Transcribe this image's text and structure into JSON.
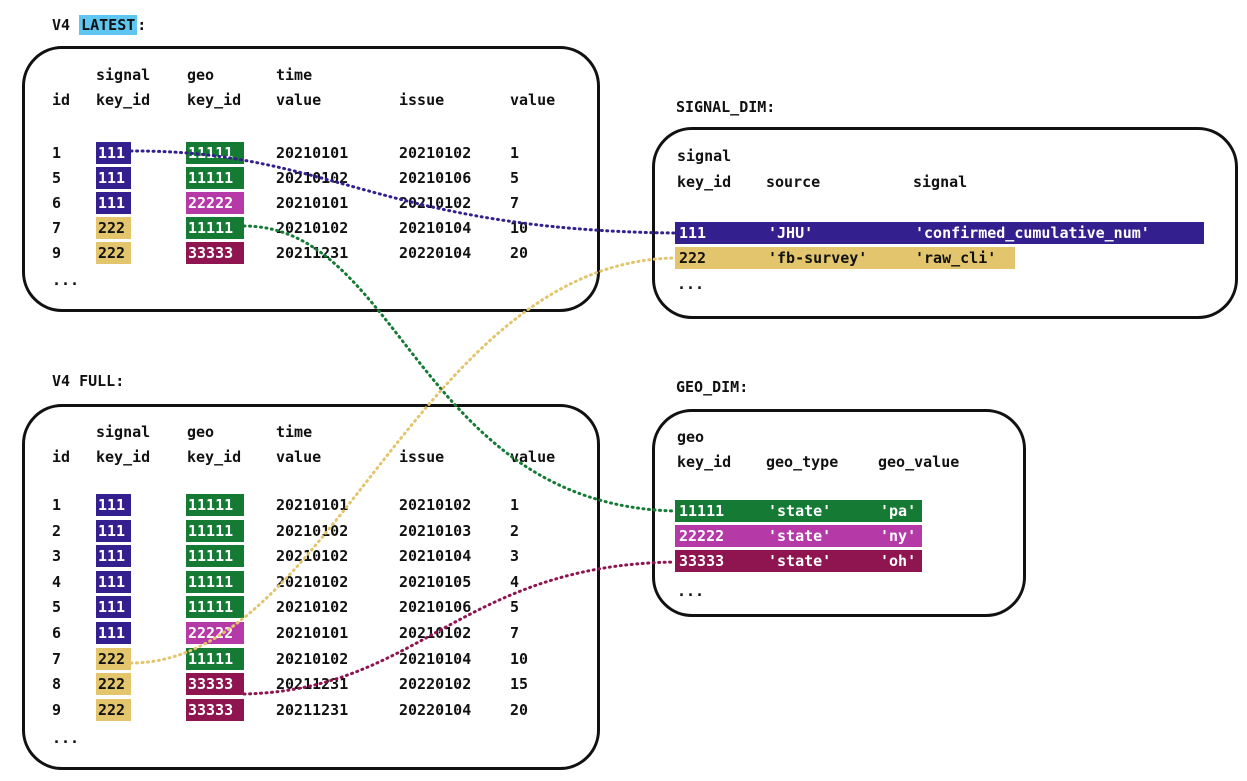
{
  "colors": {
    "purple": "#33208e",
    "green": "#147a34",
    "magenta": "#b53aa8",
    "crimson": "#8e1550",
    "khaki": "#e2c56c",
    "latest_highlight": "#5ec6f0"
  },
  "labels": {
    "v4_prefix": "V4",
    "latest_word": "LATEST",
    "latest_colon": ":",
    "full": "V4 FULL:",
    "signal_dim": "SIGNAL_DIM:",
    "geo_dim": "GEO_DIM:",
    "ellipsis": "..."
  },
  "fact_headers": {
    "id": "id",
    "signal_top": "signal",
    "signal_bottom": "key_id",
    "geo_top": "geo",
    "geo_bottom": "key_id",
    "time_top": "time",
    "time_bottom": "value",
    "issue": "issue",
    "value": "value"
  },
  "latest": {
    "rows": [
      {
        "id": "1",
        "signal_key_id": "111",
        "signal_color": "purple",
        "geo_key_id": "11111",
        "geo_color": "green",
        "time_value": "20210101",
        "issue": "20210102",
        "value": "1"
      },
      {
        "id": "5",
        "signal_key_id": "111",
        "signal_color": "purple",
        "geo_key_id": "11111",
        "geo_color": "green",
        "time_value": "20210102",
        "issue": "20210106",
        "value": "5"
      },
      {
        "id": "6",
        "signal_key_id": "111",
        "signal_color": "purple",
        "geo_key_id": "22222",
        "geo_color": "magenta",
        "time_value": "20210101",
        "issue": "20210102",
        "value": "7"
      },
      {
        "id": "7",
        "signal_key_id": "222",
        "signal_color": "khaki",
        "geo_key_id": "11111",
        "geo_color": "green",
        "time_value": "20210102",
        "issue": "20210104",
        "value": "10"
      },
      {
        "id": "9",
        "signal_key_id": "222",
        "signal_color": "khaki",
        "geo_key_id": "33333",
        "geo_color": "crimson",
        "time_value": "20211231",
        "issue": "20220104",
        "value": "20"
      }
    ]
  },
  "full": {
    "rows": [
      {
        "id": "1",
        "signal_key_id": "111",
        "signal_color": "purple",
        "geo_key_id": "11111",
        "geo_color": "green",
        "time_value": "20210101",
        "issue": "20210102",
        "value": "1"
      },
      {
        "id": "2",
        "signal_key_id": "111",
        "signal_color": "purple",
        "geo_key_id": "11111",
        "geo_color": "green",
        "time_value": "20210102",
        "issue": "20210103",
        "value": "2"
      },
      {
        "id": "3",
        "signal_key_id": "111",
        "signal_color": "purple",
        "geo_key_id": "11111",
        "geo_color": "green",
        "time_value": "20210102",
        "issue": "20210104",
        "value": "3"
      },
      {
        "id": "4",
        "signal_key_id": "111",
        "signal_color": "purple",
        "geo_key_id": "11111",
        "geo_color": "green",
        "time_value": "20210102",
        "issue": "20210105",
        "value": "4"
      },
      {
        "id": "5",
        "signal_key_id": "111",
        "signal_color": "purple",
        "geo_key_id": "11111",
        "geo_color": "green",
        "time_value": "20210102",
        "issue": "20210106",
        "value": "5"
      },
      {
        "id": "6",
        "signal_key_id": "111",
        "signal_color": "purple",
        "geo_key_id": "22222",
        "geo_color": "magenta",
        "time_value": "20210101",
        "issue": "20210102",
        "value": "7"
      },
      {
        "id": "7",
        "signal_key_id": "222",
        "signal_color": "khaki",
        "geo_key_id": "11111",
        "geo_color": "green",
        "time_value": "20210102",
        "issue": "20210104",
        "value": "10"
      },
      {
        "id": "8",
        "signal_key_id": "222",
        "signal_color": "khaki",
        "geo_key_id": "33333",
        "geo_color": "crimson",
        "time_value": "20211231",
        "issue": "20220102",
        "value": "15"
      },
      {
        "id": "9",
        "signal_key_id": "222",
        "signal_color": "khaki",
        "geo_key_id": "33333",
        "geo_color": "crimson",
        "time_value": "20211231",
        "issue": "20220104",
        "value": "20"
      }
    ]
  },
  "signal_dim": {
    "headers": {
      "key_top": "signal",
      "key_bottom": "key_id",
      "source": "source",
      "signal": "signal"
    },
    "rows": [
      {
        "key_id": "111",
        "source": "'JHU'",
        "signal": "'confirmed_cumulative_num'",
        "color": "purple"
      },
      {
        "key_id": "222",
        "source": "'fb-survey'",
        "signal": "'raw_cli'",
        "color": "khaki"
      }
    ]
  },
  "geo_dim": {
    "headers": {
      "key_top": "geo",
      "key_bottom": "key_id",
      "geo_type": "geo_type",
      "geo_value": "geo_value"
    },
    "rows": [
      {
        "key_id": "11111",
        "geo_type": "'state'",
        "geo_value": "'pa'",
        "color": "green"
      },
      {
        "key_id": "22222",
        "geo_type": "'state'",
        "geo_value": "'ny'",
        "color": "magenta"
      },
      {
        "key_id": "33333",
        "geo_type": "'state'",
        "geo_value": "'oh'",
        "color": "crimson"
      }
    ]
  }
}
